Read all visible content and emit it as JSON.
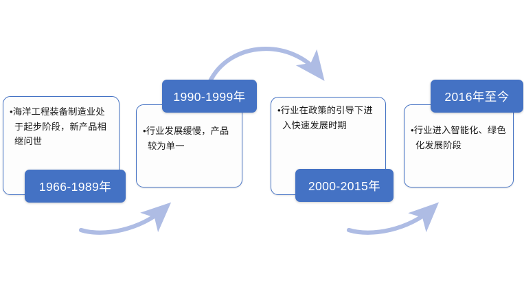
{
  "diagram": {
    "type": "timeline-process",
    "title": "",
    "theme": {
      "chip_fill": "#4472C4",
      "card_fill": "#FDFDFD",
      "card_border": "#4472C4",
      "arrow_color": "#AEBCE4",
      "text_color": "#1A1A1A",
      "chip_text_color": "#FFFFFF",
      "background": "#FFFFFF"
    },
    "stages": [
      {
        "id": "stage-1",
        "label": "1966-1989年",
        "label_position": "bottom",
        "body": "•海洋工程装备制造业处于起步阶段，新产品相继问世"
      },
      {
        "id": "stage-2",
        "label": "1990-1999年",
        "label_position": "top",
        "body": "•行业发展缓慢，产品较为单一"
      },
      {
        "id": "stage-3",
        "label": "2000-2015年",
        "label_position": "bottom",
        "body": "•行业在政策的引导下进入快速发展时期"
      },
      {
        "id": "stage-4",
        "label": "2016年至今",
        "label_position": "top",
        "body": "•行业进入智能化、绿色化发展阶段"
      }
    ],
    "connectors": [
      {
        "id": "connector-1",
        "from": "stage-1",
        "to": "stage-2",
        "direction": "up-right",
        "shape": "curved-arrow"
      },
      {
        "id": "connector-2",
        "from": "stage-2",
        "to": "stage-3",
        "direction": "arc-over",
        "shape": "curved-arrow"
      },
      {
        "id": "connector-3",
        "from": "stage-3",
        "to": "stage-4",
        "direction": "up-right",
        "shape": "curved-arrow"
      }
    ]
  }
}
